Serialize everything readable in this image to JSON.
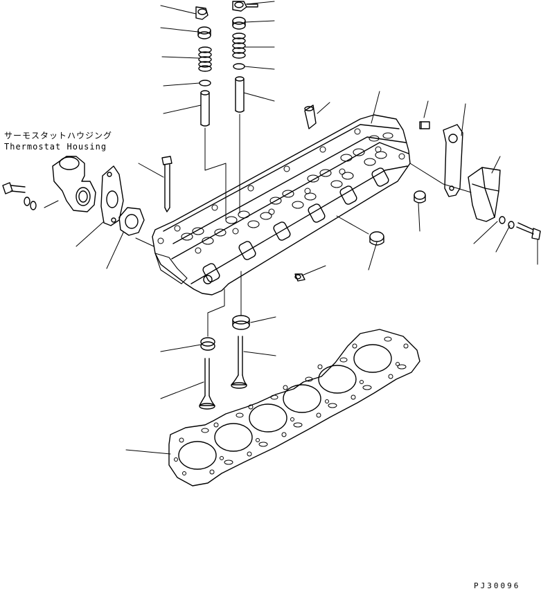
{
  "labels": {
    "thermostat_jp": "サーモスタットハウジング",
    "thermostat_en": "Thermostat Housing"
  },
  "drawing_code": "PJ30096",
  "colors": {
    "line": "#000000",
    "paper": "#ffffff"
  }
}
